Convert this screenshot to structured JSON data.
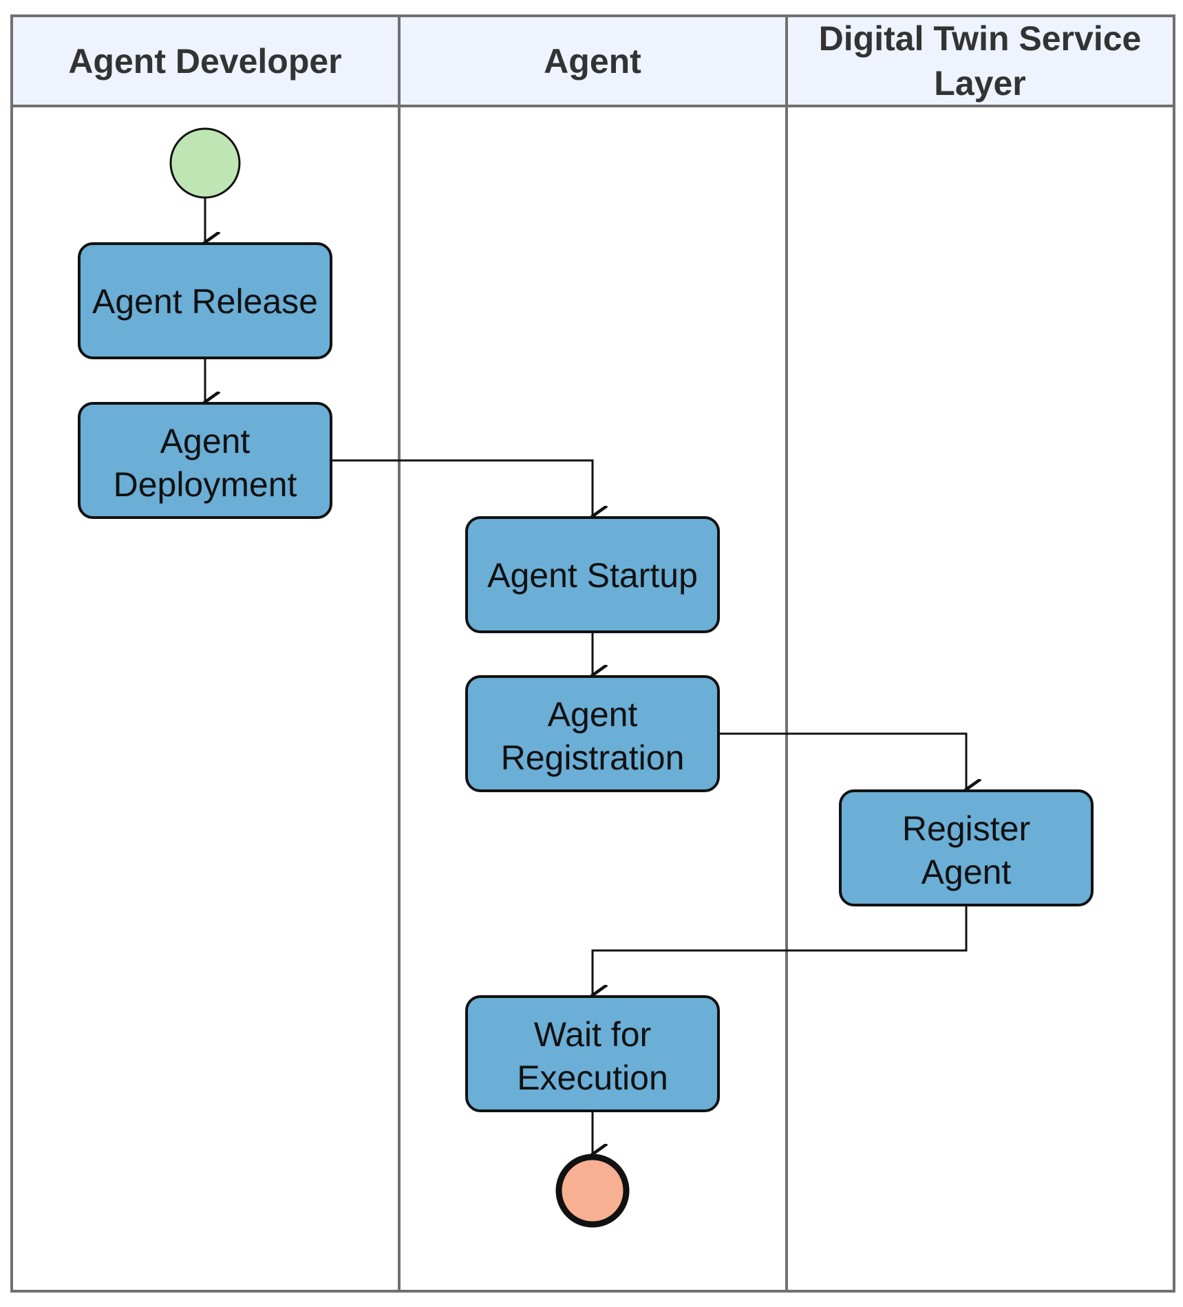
{
  "colors": {
    "lane_border": "#707070",
    "lane_header_fill": "#eef3fd",
    "activity_fill": "#6baed6",
    "activity_stroke": "#111111",
    "start_fill": "#bfe5b5",
    "end_fill": "#f8b093",
    "edge": "#111111"
  },
  "lanes": [
    {
      "id": "developer",
      "title_lines": [
        "Agent Developer"
      ]
    },
    {
      "id": "agent",
      "title_lines": [
        "Agent"
      ]
    },
    {
      "id": "dtsl",
      "title_lines": [
        "Digital Twin Service",
        "Layer"
      ]
    }
  ],
  "start_node": {
    "id": "start",
    "lane": "developer",
    "type": "initial"
  },
  "end_node": {
    "id": "end",
    "lane": "agent",
    "type": "final"
  },
  "activities": [
    {
      "id": "agent_release",
      "lane": "developer",
      "lines": [
        "Agent Release"
      ]
    },
    {
      "id": "agent_deployment",
      "lane": "developer",
      "lines": [
        "Agent",
        "Deployment"
      ]
    },
    {
      "id": "agent_startup",
      "lane": "agent",
      "lines": [
        "Agent Startup"
      ]
    },
    {
      "id": "agent_registration",
      "lane": "agent",
      "lines": [
        "Agent",
        "Registration"
      ]
    },
    {
      "id": "register_agent",
      "lane": "dtsl",
      "lines": [
        "Register",
        "Agent"
      ]
    },
    {
      "id": "wait_for_execution",
      "lane": "agent",
      "lines": [
        "Wait for",
        "Execution"
      ]
    }
  ],
  "edges": [
    {
      "from": "start",
      "to": "agent_release"
    },
    {
      "from": "agent_release",
      "to": "agent_deployment"
    },
    {
      "from": "agent_deployment",
      "to": "agent_startup"
    },
    {
      "from": "agent_startup",
      "to": "agent_registration"
    },
    {
      "from": "agent_registration",
      "to": "register_agent"
    },
    {
      "from": "register_agent",
      "to": "wait_for_execution"
    },
    {
      "from": "wait_for_execution",
      "to": "end"
    }
  ]
}
